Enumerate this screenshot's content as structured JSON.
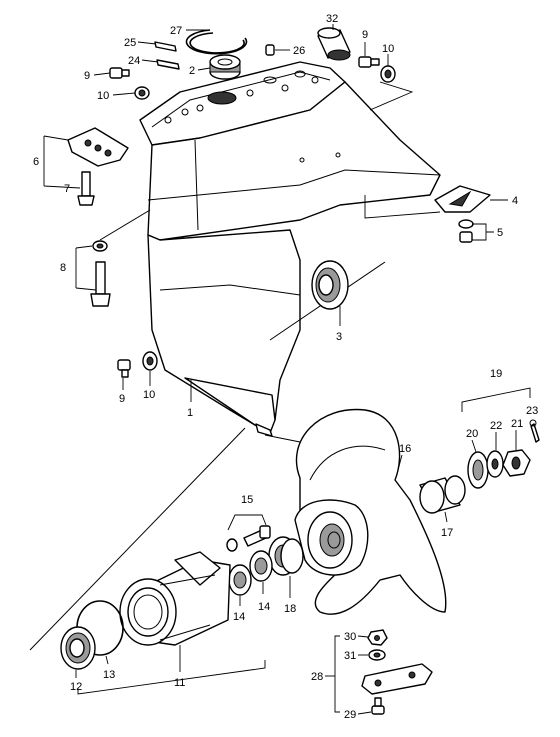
{
  "diagram": {
    "callouts": {
      "c1": "1",
      "c2": "2",
      "c3": "3",
      "c4": "4",
      "c5": "5",
      "c6": "6",
      "c7": "7",
      "c8": "8",
      "c9a": "9",
      "c9b": "9",
      "c9c": "9",
      "c10a": "10",
      "c10b": "10",
      "c10c": "10",
      "c11": "11",
      "c12": "12",
      "c13": "13",
      "c14a": "14",
      "c14b": "14",
      "c15": "15",
      "c16": "16",
      "c17": "17",
      "c18": "18",
      "c19": "19",
      "c20": "20",
      "c21": "21",
      "c22": "22",
      "c23": "23",
      "c24": "24",
      "c25": "25",
      "c26": "26",
      "c27": "27",
      "c28": "28",
      "c29": "29",
      "c30": "30",
      "c31": "31",
      "c32": "32"
    }
  }
}
